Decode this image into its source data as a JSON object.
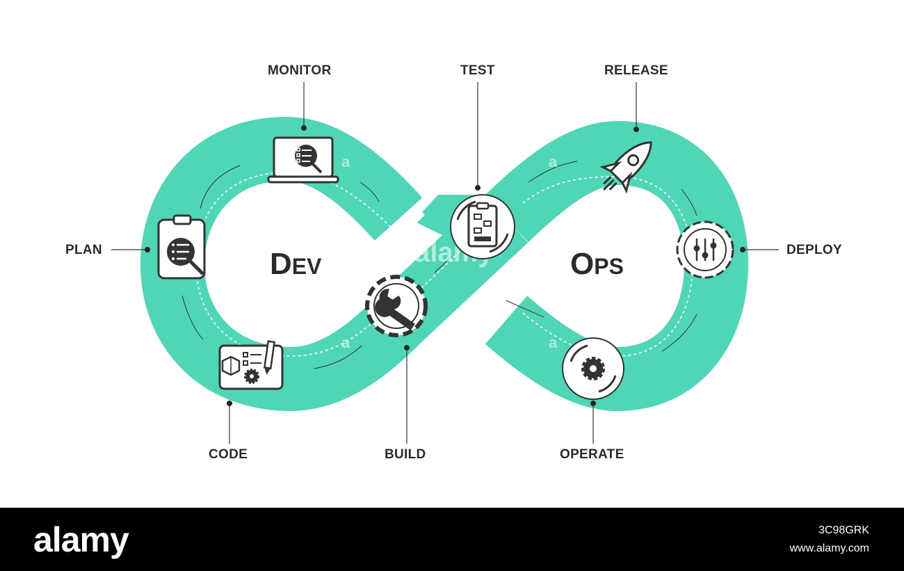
{
  "diagram": {
    "left_word": {
      "first_letter": "D",
      "rest": "EV"
    },
    "right_word": {
      "first_letter": "O",
      "rest": "PS"
    },
    "stages": [
      {
        "key": "plan",
        "label": "PLAN",
        "icon": "clipboard-search-icon"
      },
      {
        "key": "monitor",
        "label": "MONITOR",
        "icon": "laptop-search-icon"
      },
      {
        "key": "test",
        "label": "TEST",
        "icon": "clipboard-cycle-icon"
      },
      {
        "key": "release",
        "label": "RELEASE",
        "icon": "rocket-icon"
      },
      {
        "key": "deploy",
        "label": "DEPLOY",
        "icon": "gear-sliders-icon"
      },
      {
        "key": "operate",
        "label": "OPERATE",
        "icon": "gear-cycle-icon"
      },
      {
        "key": "build",
        "label": "BUILD",
        "icon": "wrench-gear-icon"
      },
      {
        "key": "code",
        "label": "CODE",
        "icon": "code-blueprint-icon"
      }
    ],
    "colors": {
      "band": "#4fd6b6",
      "text": "#2b2b2b",
      "line": "#333333"
    }
  },
  "watermark": {
    "center": "alamy",
    "small": "a"
  },
  "footer": {
    "logo": "alamy",
    "image_id": "3C98GRK",
    "url": "www.alamy.com"
  }
}
